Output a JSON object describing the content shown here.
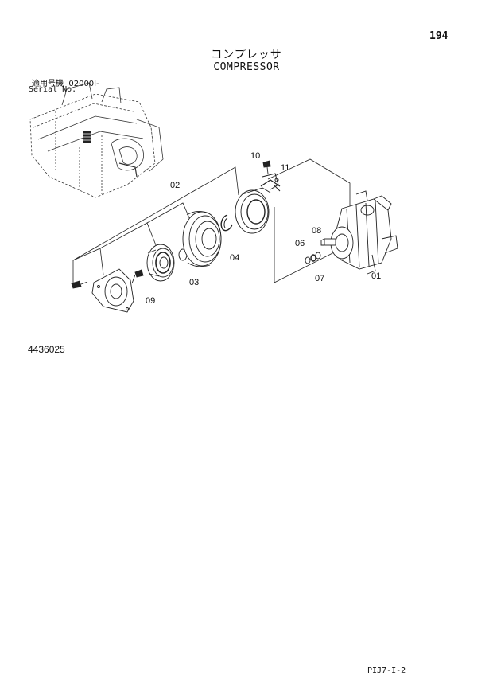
{
  "page": {
    "number": "194",
    "title_jp": "コンプレッサ",
    "title_en": "COMPRESSOR",
    "serial_label_jp": "適用号機",
    "serial_value": "02000I-",
    "serial_label_en": "Serial No.",
    "figure_number": "4436025",
    "footer_code": "PIJ7-I-2"
  },
  "callouts": [
    {
      "id": "01",
      "label": "01"
    },
    {
      "id": "02",
      "label": "02"
    },
    {
      "id": "03",
      "label": "03"
    },
    {
      "id": "04",
      "label": "04"
    },
    {
      "id": "06",
      "label": "06"
    },
    {
      "id": "07",
      "label": "07"
    },
    {
      "id": "08",
      "label": "08"
    },
    {
      "id": "09",
      "label": "09"
    },
    {
      "id": "10",
      "label": "10"
    },
    {
      "id": "11",
      "label": "11"
    }
  ]
}
